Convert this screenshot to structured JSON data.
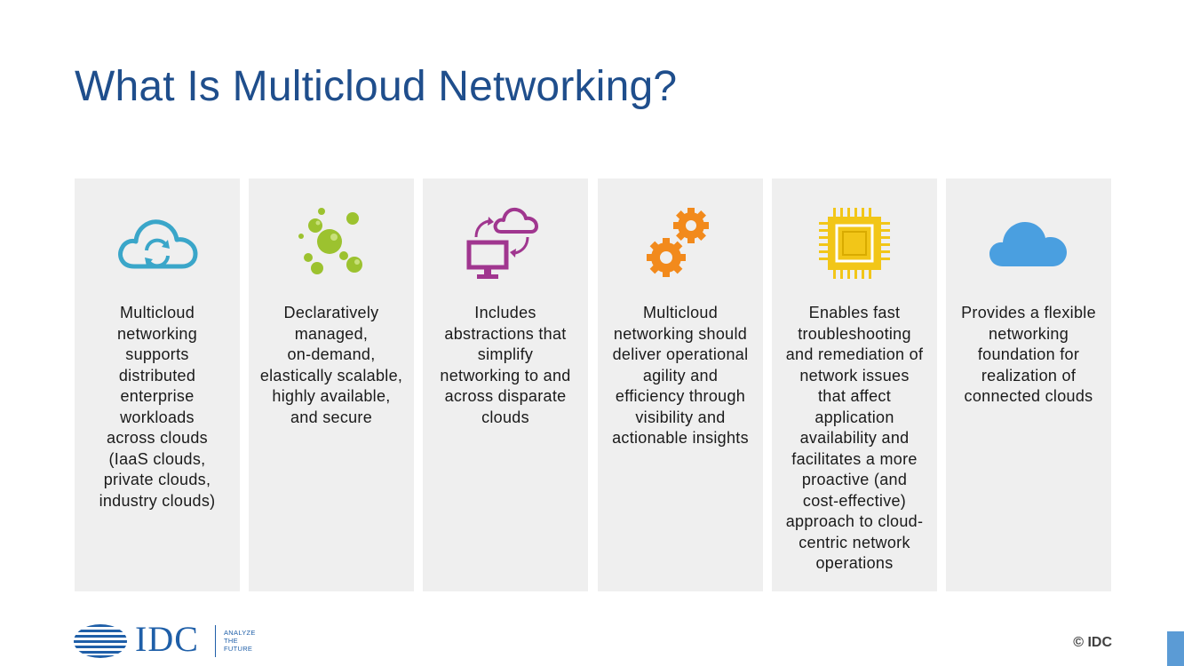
{
  "slide": {
    "title": "What Is Multicloud Networking?",
    "copyright": "© IDC"
  },
  "logo": {
    "wordmark": "IDC",
    "tagline": [
      "ANALYZE",
      "THE",
      "FUTURE"
    ],
    "color": "#1f5fa8"
  },
  "cards": [
    {
      "icon": "cloud-sync-icon",
      "color": "#3aa6c9",
      "lines": [
        "Multicloud",
        "networking",
        "supports",
        "distributed",
        "enterprise",
        "workloads",
        "across clouds",
        "(IaaS clouds,",
        "private clouds,",
        "industry clouds)"
      ]
    },
    {
      "icon": "bubbles-icon",
      "color": "#9cc22f",
      "lines": [
        "Declaratively",
        "managed,",
        "on-demand,",
        "elastically scalable,",
        "highly available,",
        "and secure"
      ]
    },
    {
      "icon": "monitor-cloud-icon",
      "color": "#a0368f",
      "lines": [
        "Includes",
        "abstractions that",
        "simplify",
        "networking to and",
        "across disparate",
        "clouds"
      ]
    },
    {
      "icon": "gears-icon",
      "color": "#f28a1c",
      "lines": [
        "Multicloud",
        "networking should",
        "deliver operational",
        "agility and",
        "efficiency through",
        "visibility and",
        "actionable insights"
      ]
    },
    {
      "icon": "chip-icon",
      "color": "#f2c618",
      "lines": [
        "Enables fast",
        "troubleshooting",
        "and remediation of",
        "network issues",
        "that affect",
        "application",
        "availability and",
        "facilitates a more",
        "proactive (and",
        "cost-effective)",
        "approach to cloud-",
        "centric network",
        "operations"
      ]
    },
    {
      "icon": "cloud-icon",
      "color": "#4a9fe0",
      "lines": [
        "Provides a flexible",
        "networking",
        "foundation for",
        "realization of",
        "connected clouds"
      ]
    }
  ],
  "colors": {
    "title": "#1f4e8c",
    "card_bg": "#efefef",
    "corner_tab": "#5b9bd5"
  }
}
